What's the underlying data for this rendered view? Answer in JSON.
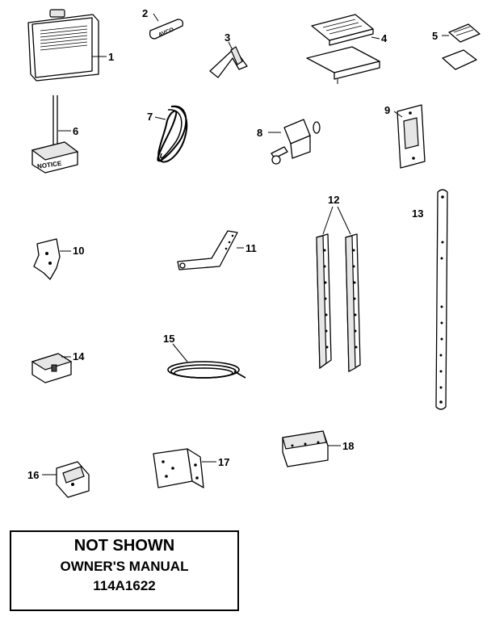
{
  "callouts": [
    "1",
    "2",
    "3",
    "4",
    "5",
    "6",
    "7",
    "8",
    "9",
    "10",
    "11",
    "12",
    "13",
    "14",
    "15",
    "16",
    "17",
    "18"
  ],
  "part_text": {
    "sign": "NOTICE",
    "logo": "AVCO"
  },
  "not_shown": {
    "title": "NOT SHOWN",
    "line2": "OWNER'S MANUAL",
    "line3": "114A1622"
  }
}
